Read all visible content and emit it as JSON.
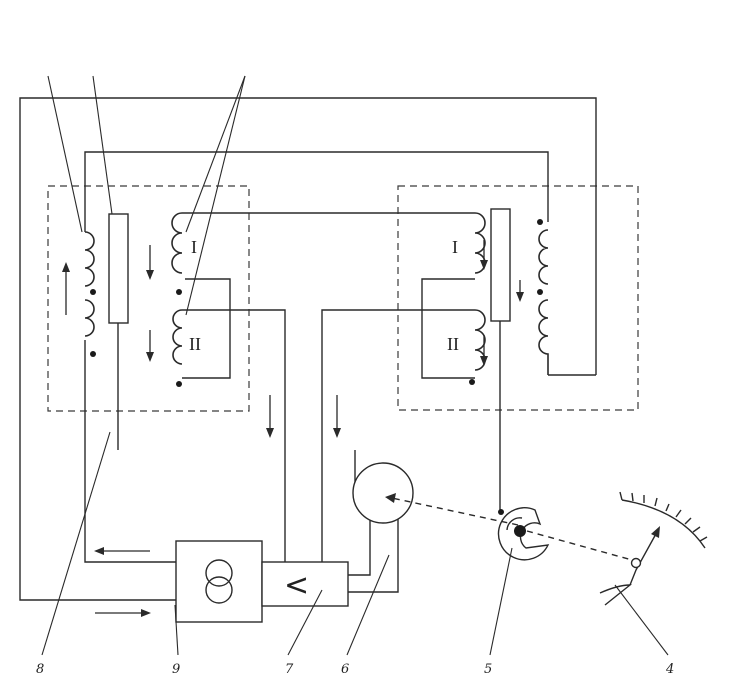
{
  "labels": {
    "l8": "8",
    "l9": "9",
    "l7": "7",
    "l6": "6",
    "l5": "5",
    "l4": "4"
  },
  "windings": {
    "left_upper": "I",
    "left_lower": "II",
    "right_upper": "I",
    "right_lower": "II"
  },
  "comparator_symbol": "<"
}
